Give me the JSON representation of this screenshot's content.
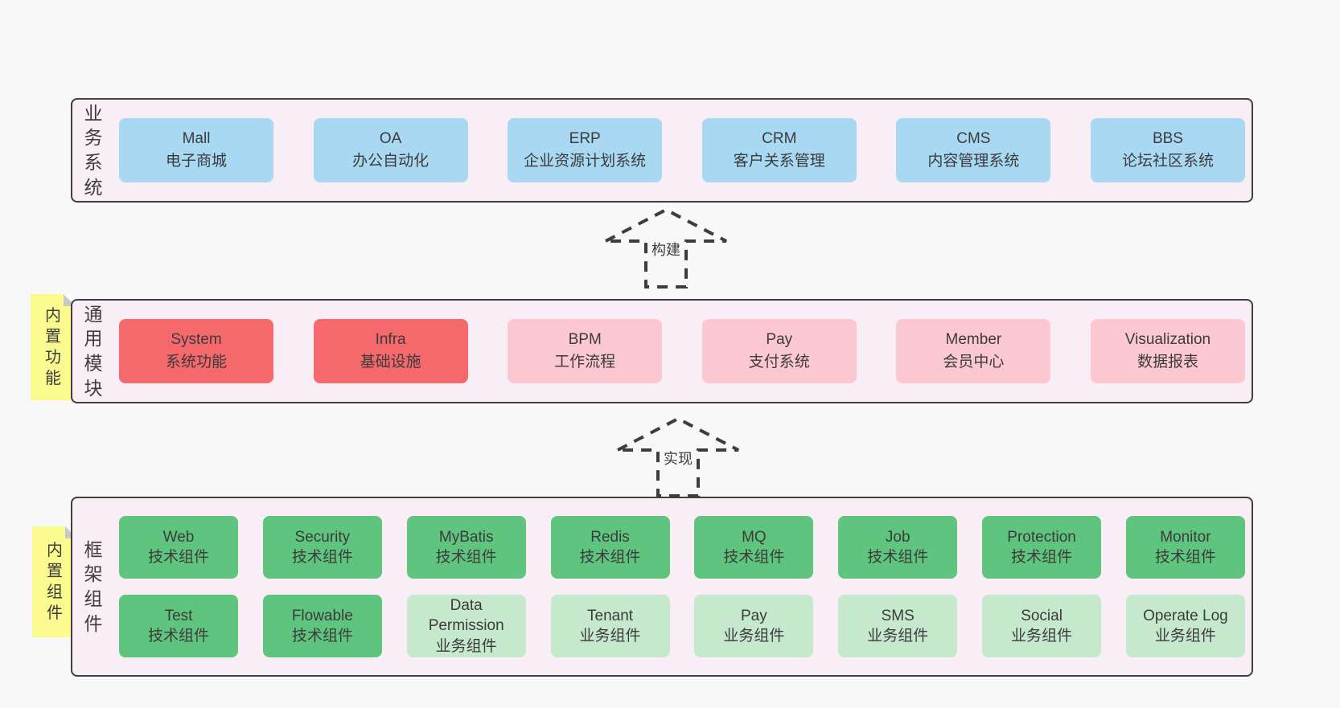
{
  "diagram": {
    "sections": {
      "business": {
        "label": "业务系统",
        "items": [
          {
            "title": "Mall",
            "subtitle": "电子商城"
          },
          {
            "title": "OA",
            "subtitle": "办公自动化"
          },
          {
            "title": "ERP",
            "subtitle": "企业资源计划系统"
          },
          {
            "title": "CRM",
            "subtitle": "客户关系管理"
          },
          {
            "title": "CMS",
            "subtitle": "内容管理系统"
          },
          {
            "title": "BBS",
            "subtitle": "论坛社区系统"
          }
        ]
      },
      "modules": {
        "label": "通用模块",
        "sticky": "内置功能",
        "items": [
          {
            "title": "System",
            "subtitle": "系统功能"
          },
          {
            "title": "Infra",
            "subtitle": "基础设施"
          },
          {
            "title": "BPM",
            "subtitle": "工作流程"
          },
          {
            "title": "Pay",
            "subtitle": "支付系统"
          },
          {
            "title": "Member",
            "subtitle": "会员中心"
          },
          {
            "title": "Visualization",
            "subtitle": "数据报表"
          }
        ]
      },
      "framework": {
        "label": "框架组件",
        "sticky": "内置组件",
        "row1": [
          {
            "title": "Web",
            "subtitle": "技术组件"
          },
          {
            "title": "Security",
            "subtitle": "技术组件"
          },
          {
            "title": "MyBatis",
            "subtitle": "技术组件"
          },
          {
            "title": "Redis",
            "subtitle": "技术组件"
          },
          {
            "title": "MQ",
            "subtitle": "技术组件"
          },
          {
            "title": "Job",
            "subtitle": "技术组件"
          },
          {
            "title": "Protection",
            "subtitle": "技术组件"
          },
          {
            "title": "Monitor",
            "subtitle": "技术组件"
          }
        ],
        "row2": [
          {
            "title": "Test",
            "subtitle": "技术组件"
          },
          {
            "title": "Flowable",
            "subtitle": "技术组件"
          },
          {
            "title": "Data Permission",
            "subtitle": "业务组件"
          },
          {
            "title": "Tenant",
            "subtitle": "业务组件"
          },
          {
            "title": "Pay",
            "subtitle": "业务组件"
          },
          {
            "title": "SMS",
            "subtitle": "业务组件"
          },
          {
            "title": "Social",
            "subtitle": "业务组件"
          },
          {
            "title": "Operate Log",
            "subtitle": "业务组件"
          }
        ]
      }
    },
    "arrows": {
      "build": "构建",
      "implement": "实现"
    },
    "colors": {
      "page_bg": "#f8f8f8",
      "panel_bg": "#f9edf6",
      "panel_border": "#3f3f3f",
      "blue": "#a9d8f3",
      "red": "#f5696d",
      "pink": "#fbc8d2",
      "green": "#5fc57e",
      "light_green": "#c6e9cd",
      "sticky_yellow": "#fafa8e",
      "text": "#3d3d3d"
    }
  }
}
